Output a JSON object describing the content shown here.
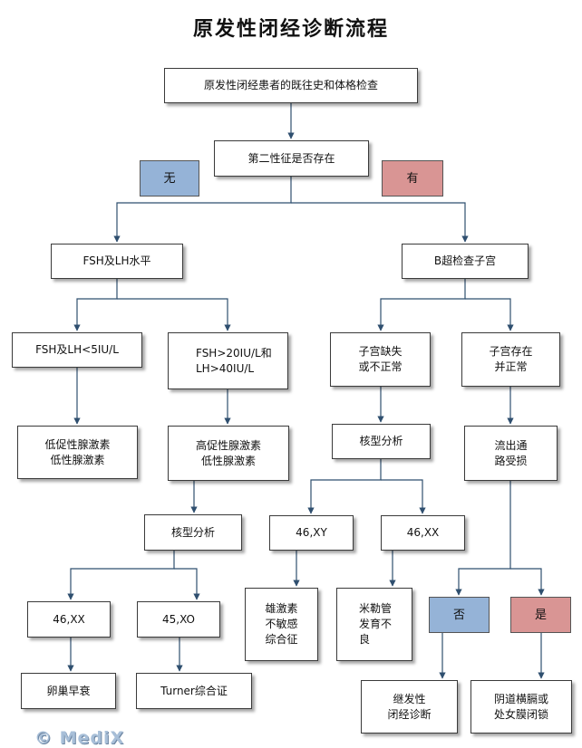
{
  "title": "原发性闭经诊断流程",
  "nodes": {
    "start": "原发性闭经患者的既往史和体格检查",
    "sex_char": "第二性征是否存在",
    "tag_none": "无",
    "tag_has": "有",
    "fsh_lh": "FSH及LH水平",
    "ultrasound": "B超检查子宫",
    "fsh_low": "FSH及LH<5IU/L",
    "fsh_high": "FSH>20IU/L和\nLH>40IU/L",
    "uterus_absent": "子宫缺失\n或不正常",
    "uterus_present": "子宫存在\n并正常",
    "hypo_hypo": "低促性腺激素\n低性腺激素",
    "hyper_hypo": "高促性腺激素\n低性腺激素",
    "karyotype_mid": "核型分析",
    "outflow": "流出通\n路受损",
    "karyotype_left": "核型分析",
    "xy_mid": "46,XY",
    "xx_mid": "46,XX",
    "xx_left": "46,XX",
    "xo_left": "45,XO",
    "ais": "雄激素\n不敏感\n综合征",
    "mullerian": "米勒管\n发育不\n良",
    "tag_no": "否",
    "tag_yes": "是",
    "ovarian_failure": "卵巢早衰",
    "turner": "Turner综合证",
    "further_dx": "继发性\n闭经诊断",
    "septum": "阴道横膈或\n处女膜闭锁"
  },
  "colors": {
    "no": "#95b3d7",
    "yes": "#d99594",
    "line": "#2f4f6f"
  },
  "watermark": "© MediX"
}
